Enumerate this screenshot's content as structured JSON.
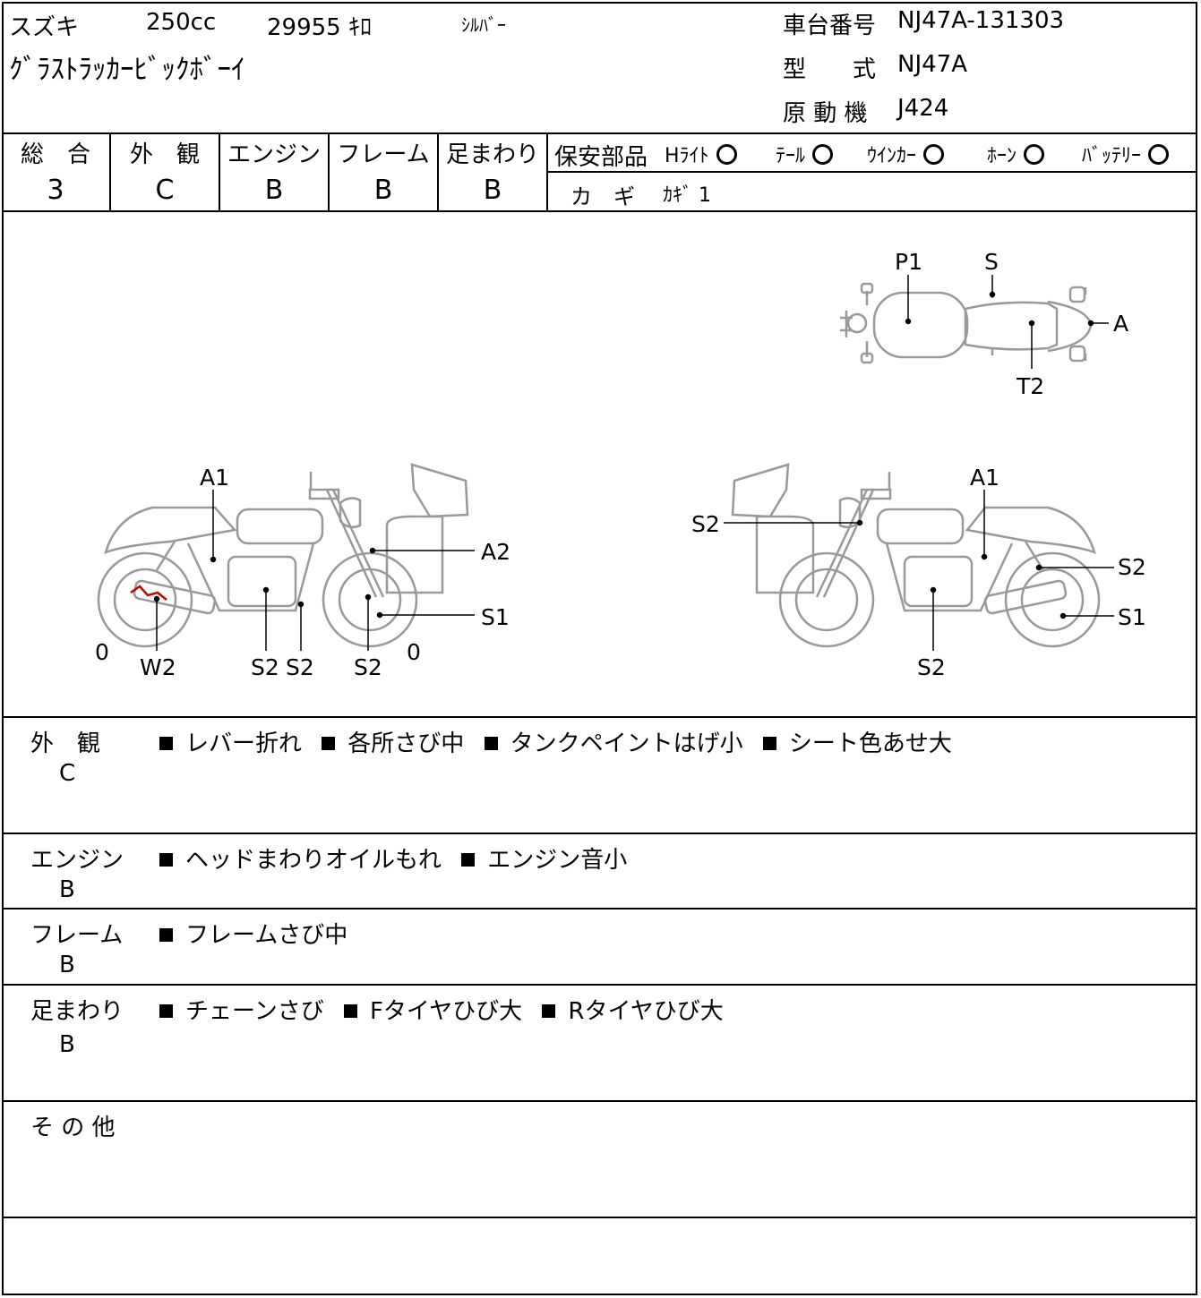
{
  "header": {
    "maker": "スズキ",
    "displacement": "250cc",
    "mileage": "29955 ｷﾛ",
    "color": "ｼﾙﾊﾞｰ",
    "model_name": "ｸﾞﾗｽﾄﾗｯｶｰﾋﾞｯｸﾎﾞｰｲ",
    "frame_no_label": "車台番号",
    "frame_no": "NJ47A-131303",
    "type_label": "型　　式",
    "type": "NJ47A",
    "engine_label": "原 動 機",
    "engine": "J424"
  },
  "grades": [
    {
      "label": "総　合",
      "value": "3"
    },
    {
      "label": "外　観",
      "value": "C"
    },
    {
      "label": "エンジン",
      "value": "B"
    },
    {
      "label": "フレーム",
      "value": "B"
    },
    {
      "label": "足まわり",
      "value": "B"
    }
  ],
  "safety": {
    "label": "保安部品",
    "items": [
      "Hﾗｲﾄ",
      "ﾃｰﾙ",
      "ｳｲﾝｶｰ",
      "ﾎｰﾝ",
      "ﾊﾞｯﾃﾘｰ"
    ],
    "key_label": "カ　ギ",
    "key_value": "ｶｷﾞ 1"
  },
  "diagram": {
    "top": {
      "P1": "P1",
      "S": "S",
      "A": "A",
      "T2": "T2"
    },
    "left": {
      "A1": "A1",
      "A2": "A2",
      "S1": "S1",
      "W2": "W2",
      "S2a": "S2",
      "S2b": "S2",
      "S2c": "S2",
      "zero_rear": "0",
      "zero_front": "0"
    },
    "right": {
      "A1": "A1",
      "S2a": "S2",
      "S2b": "S2",
      "S2c": "S2",
      "S1": "S1"
    }
  },
  "sections": [
    {
      "label": "外　観",
      "grade": "C",
      "notes": [
        "レバー折れ",
        "各所さび中",
        "タンクペイントはげ小",
        "シート色あせ大"
      ]
    },
    {
      "label": "エンジン",
      "grade": "B",
      "notes": [
        "ヘッドまわりオイルもれ",
        "エンジン音小"
      ]
    },
    {
      "label": "フレーム",
      "grade": "B",
      "notes": [
        "フレームさび中"
      ]
    },
    {
      "label": "足まわり",
      "grade": "B",
      "notes": [
        "チェーンさび",
        "Fタイヤひび大",
        "Rタイヤひび大"
      ]
    },
    {
      "label": "そ の 他",
      "grade": "",
      "notes": []
    }
  ]
}
